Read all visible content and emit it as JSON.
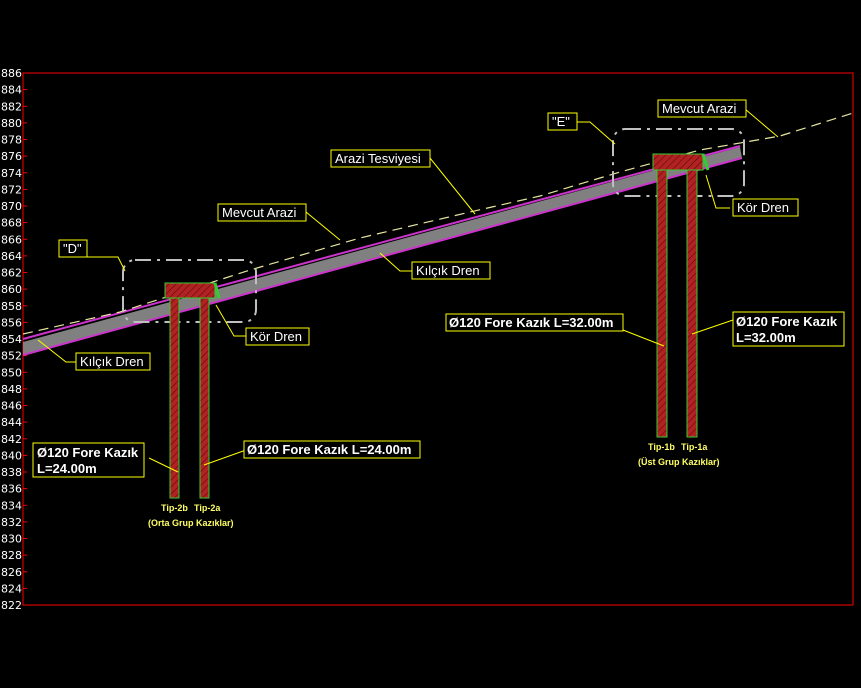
{
  "elevation_axis": {
    "labels": [
      "886",
      "884",
      "882",
      "880",
      "878",
      "876",
      "874",
      "872",
      "870",
      "868",
      "866",
      "864",
      "862",
      "860",
      "858",
      "856",
      "854",
      "852",
      "850",
      "848",
      "846",
      "844",
      "842",
      "840",
      "838",
      "836",
      "834",
      "832",
      "830",
      "828",
      "826",
      "824",
      "822"
    ]
  },
  "callouts": {
    "existing_terrain_left": "Mevcut Arazi",
    "existing_terrain_right": "Mevcut Arazi",
    "grading": "Arazi Tesviyesi",
    "herringbone_drain_left": "Kılçık Dren",
    "herringbone_drain_mid": "Kılçık Dren",
    "blind_drain_left": "Kör Dren",
    "blind_drain_right": "Kör Dren",
    "detail_d": "\"D\"",
    "detail_e": "\"E\""
  },
  "piles": {
    "middle_group": {
      "left_label_line1": "Ø120 Fore Kazık",
      "left_label_line2": "L=24.00m",
      "right_label": "Ø120 Fore Kazık L=24.00m",
      "type_b": "Tip-2b",
      "type_a": "Tip-2a",
      "group_name": "(Orta Grup Kazıklar)"
    },
    "upper_group": {
      "left_label": "Ø120 Fore Kazık L=32.00m",
      "right_label_line1": "Ø120 Fore Kazık",
      "right_label_line2": "L=32.00m",
      "type_b": "Tip-1b",
      "type_a": "Tip-1a",
      "group_name": "(Üst Grup Kazıklar)"
    }
  },
  "colors": {
    "background": "#000000",
    "frame": "#ff0000",
    "leader": "#ffff00",
    "drain": "#cc33cc",
    "fill": "#808080",
    "pile": "#b22222",
    "pile_edge": "#33cc33",
    "detail_outline": "#c0c0c0"
  }
}
